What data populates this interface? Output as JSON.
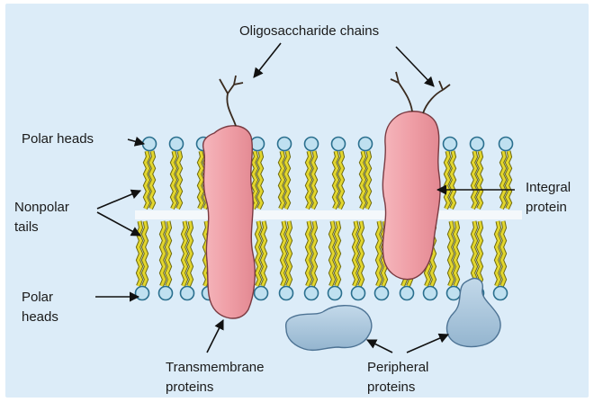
{
  "labels": {
    "oligosaccharide_chains": "Oligosaccharide chains",
    "polar_heads_top": "Polar heads",
    "nonpolar_tails_line1": "Nonpolar",
    "nonpolar_tails_line2": "tails",
    "polar_heads_bottom_line1": "Polar",
    "polar_heads_bottom_line2": "heads",
    "integral_protein_line1": "Integral",
    "integral_protein_line2": "protein",
    "transmembrane_proteins_line1": "Transmembrane",
    "transmembrane_proteins_line2": "proteins",
    "peripheral_proteins_line1": "Peripheral",
    "peripheral_proteins_line2": "proteins"
  },
  "colors": {
    "background": "#dcecf8",
    "phospholipid_head": "#bfe0f0",
    "head_outline": "#2a6f8e",
    "tail": "#e2d62e",
    "tail_outline": "#6e6a10",
    "transmembrane_protein": "#ef9ea6",
    "peripheral_protein": "#a9c6dc",
    "label_text": "#1a1a1a"
  }
}
